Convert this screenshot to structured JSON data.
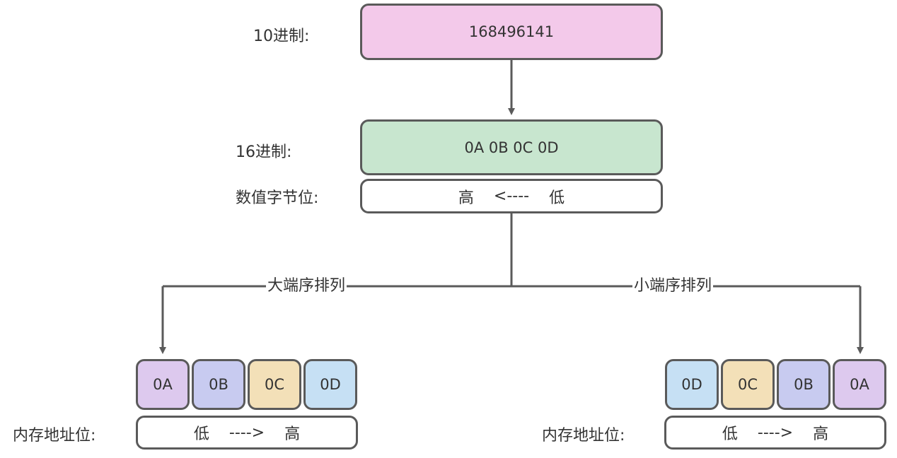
{
  "colors": {
    "decimal_fill": "#f3c9ea",
    "hex_fill": "#c8e6cf",
    "byte_0A": "#ddc9ee",
    "byte_0B": "#c8cbf0",
    "byte_0C": "#f3e0b8",
    "byte_0D": "#c6e0f4",
    "line": "#5a5a5a"
  },
  "decimal": {
    "label": "10进制:",
    "value": "168496141"
  },
  "hex": {
    "label": "16进制:",
    "value": "0A 0B 0C 0D"
  },
  "significance": {
    "label": "数值字节位:",
    "high": "高",
    "arrow": "<----",
    "low": "低"
  },
  "big_endian": {
    "branch_label": "大端序排列",
    "bytes": [
      "0A",
      "0B",
      "0C",
      "0D"
    ],
    "address_label": "内存地址位:",
    "address_low": "低",
    "address_arrow": "---->",
    "address_high": "高"
  },
  "little_endian": {
    "branch_label": "小端序排列",
    "bytes": [
      "0D",
      "0C",
      "0B",
      "0A"
    ],
    "address_label": "内存地址位:",
    "address_low": "低",
    "address_arrow": "---->",
    "address_high": "高"
  }
}
